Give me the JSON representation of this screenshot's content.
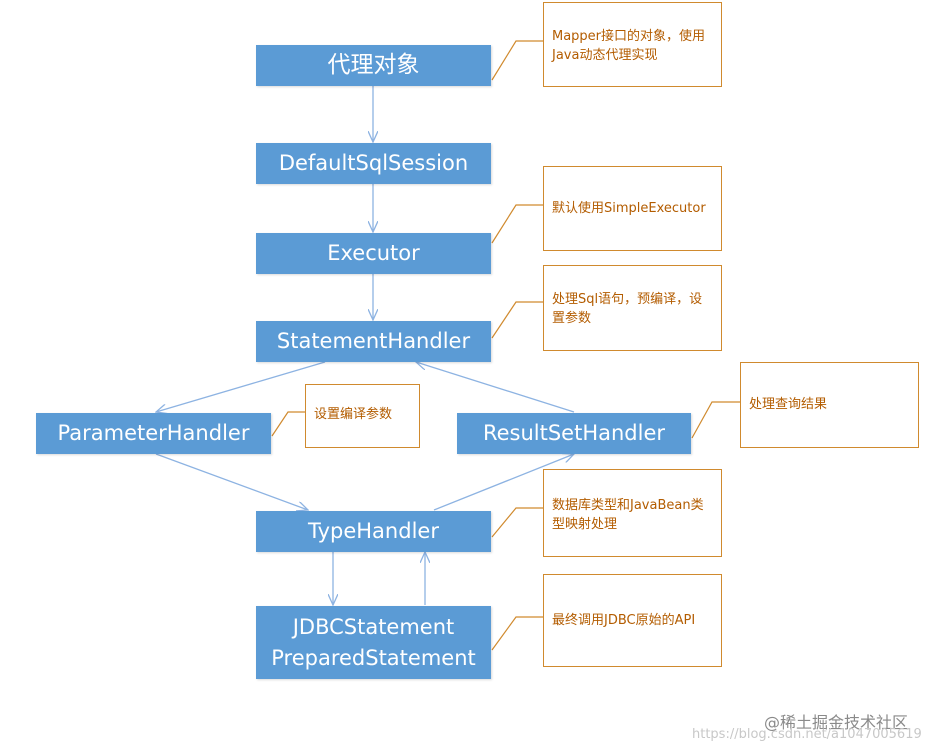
{
  "nodes": {
    "proxy": "代理对象",
    "session": "DefaultSqlSession",
    "executor": "Executor",
    "statement_handler": "StatementHandler",
    "parameter_handler": "ParameterHandler",
    "resultset_handler": "ResultSetHandler",
    "type_handler": "TypeHandler",
    "jdbc_line1": "JDBCStatement",
    "jdbc_line2": "PreparedStatement"
  },
  "notes": {
    "proxy": "Mapper接口的对象，使用Java动态代理实现",
    "executor": "默认使用SimpleExecutor",
    "statement_handler": "处理Sql语句，预编译，设置参数",
    "parameter_handler": "设置编译参数",
    "resultset_handler": "处理查询结果",
    "type_handler": "数据库类型和JavaBean类型映射处理",
    "jdbc": "最终调用JDBC原始的API"
  },
  "watermark": {
    "brand": "@稀土掘金技术社区",
    "url": "https://blog.csdn.net/a1047005619"
  },
  "colors": {
    "node_fill": "#5b9bd5",
    "node_text": "#ffffff",
    "arrow": "#8db3e2",
    "note_border": "#d08a2e",
    "note_text": "#b35c00"
  }
}
